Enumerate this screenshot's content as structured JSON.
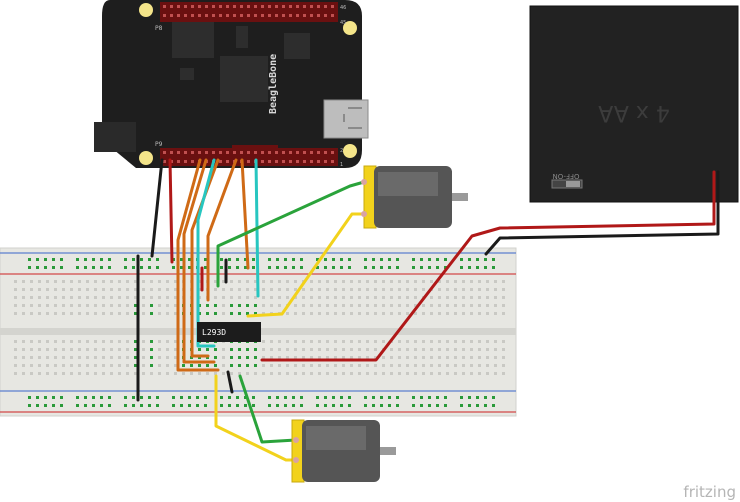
{
  "board": {
    "name": "BeagleBone",
    "header_p8": "P8",
    "header_p9": "P9",
    "pin_label_46": "46",
    "pin_label_45": "45",
    "pin_label_2": "2",
    "pin_label_1": "1"
  },
  "ic": {
    "label": "L293D"
  },
  "battery": {
    "label": "4 x AA",
    "switch_label": "OFF-ON"
  },
  "branding": {
    "logo_text": "fritzing"
  },
  "colors": {
    "board": "#1e1e1e",
    "header": "#7a1414",
    "breadboard": "#e7e7e2",
    "rail_blue": "#5b7fd0",
    "rail_red": "#d24a4a",
    "hole": "#c9c9c4",
    "hole_green": "#1f9a3a",
    "wire_black": "#1a1a1a",
    "wire_red": "#b01818",
    "wire_orange": "#cf6a16",
    "wire_cyan": "#27c6c0",
    "wire_green": "#2aa33b",
    "wire_yellow": "#f2d21c",
    "motor_yellow": "#f2d21c",
    "motor_body": "#555555",
    "battery": "#222222",
    "logo": "#b5b5b5"
  }
}
